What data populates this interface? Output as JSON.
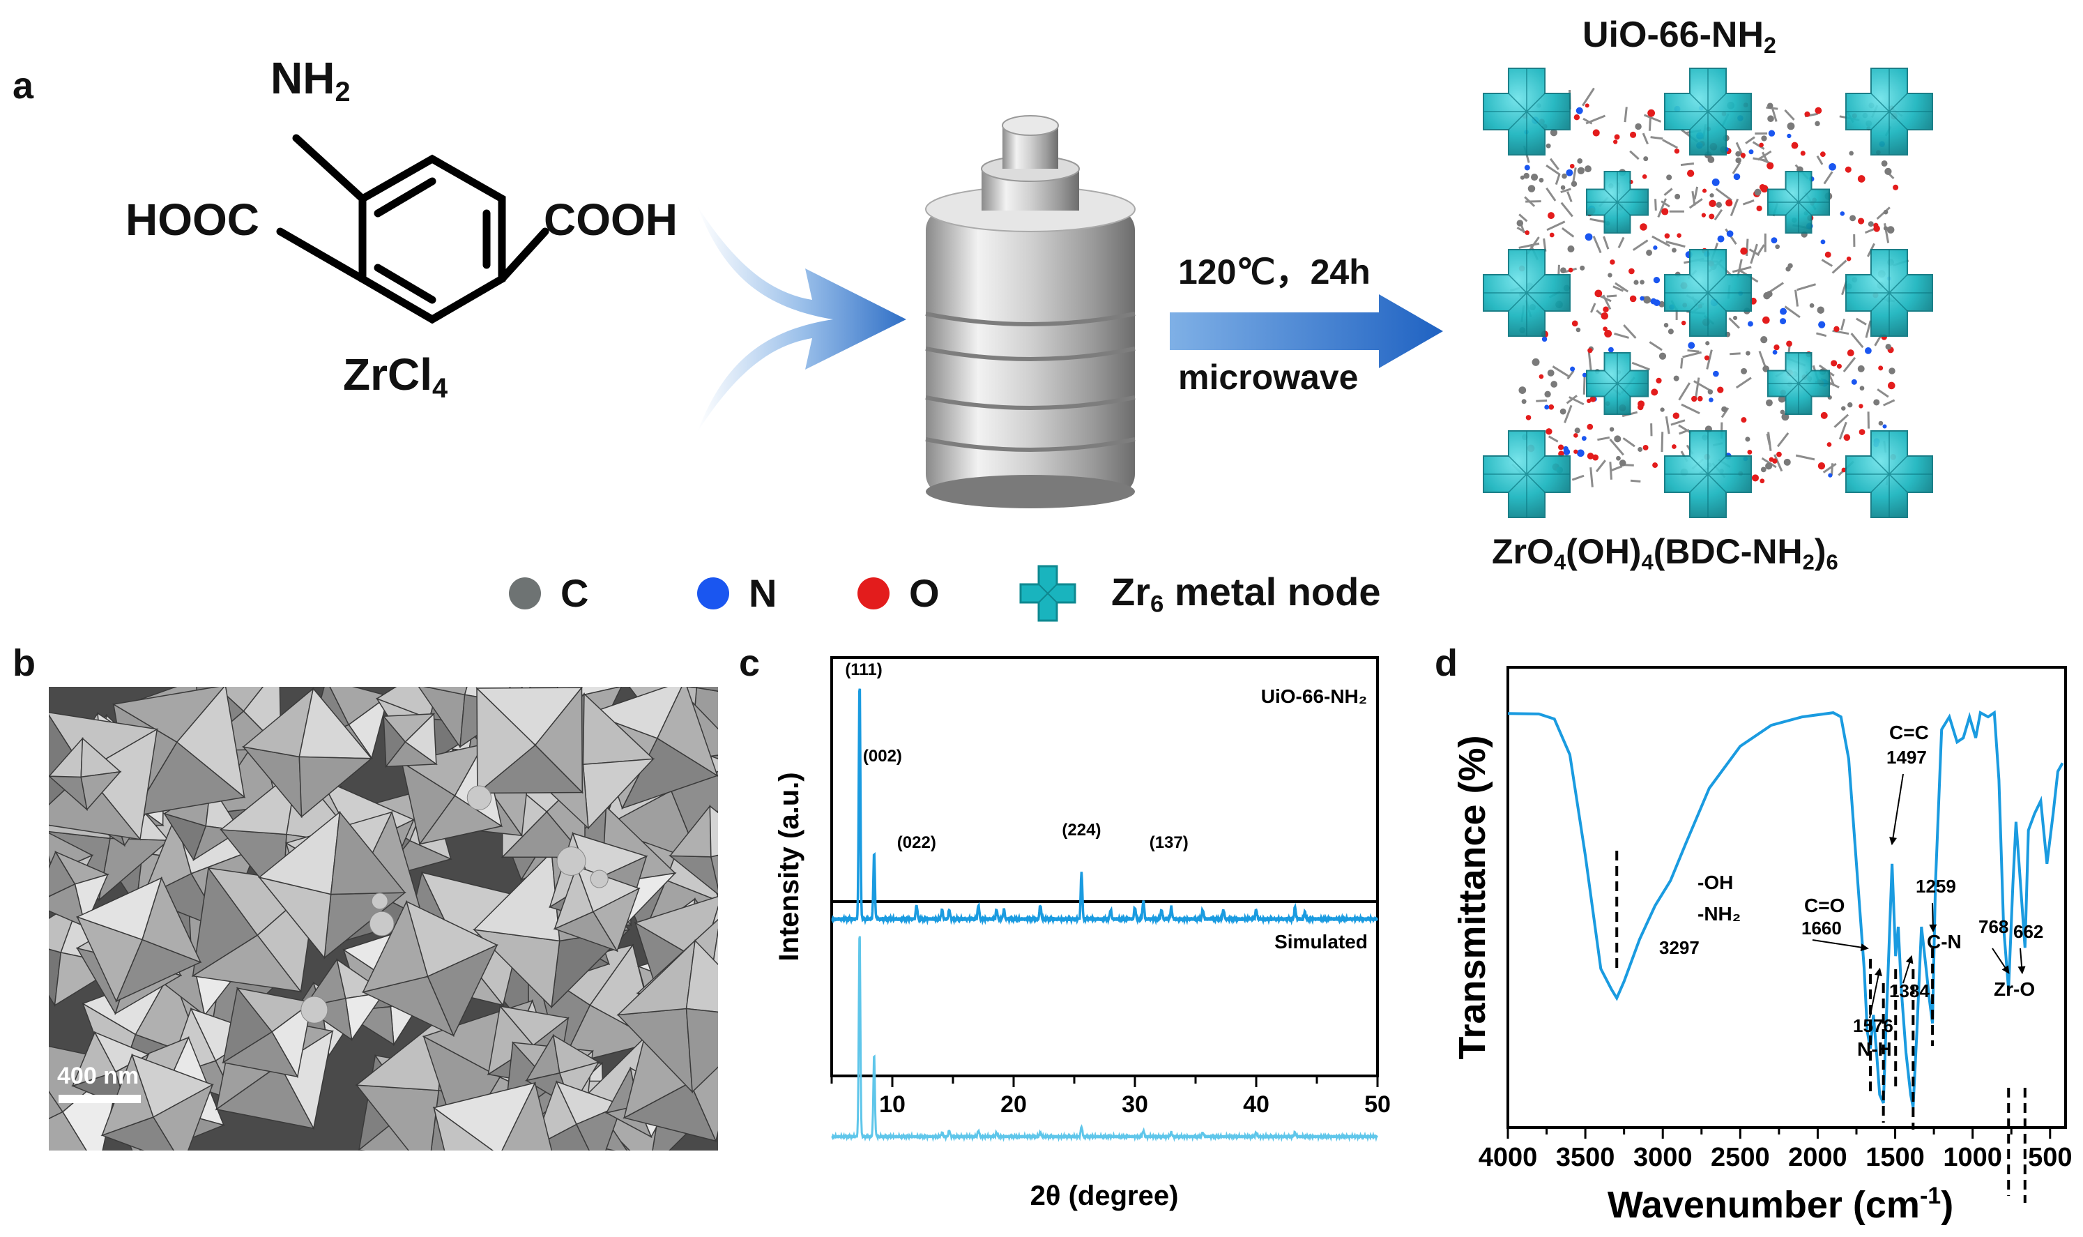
{
  "panel_a": {
    "letter": "a",
    "reagent_group_nh2": "NH",
    "reagent_group_nh2_sub": "2",
    "reagent_left": "HOOC",
    "reagent_right": "COOH",
    "metal_salt": "ZrCl",
    "metal_salt_sub": "4",
    "condition_top": "120℃，24h",
    "condition_bottom": "microwave",
    "product_title": "UiO-66-NH",
    "product_title_sub": "2",
    "product_formula_parts": [
      "ZrO",
      "4",
      "(OH)",
      "4",
      "(BDC-NH",
      "2",
      ")",
      "6"
    ],
    "legend": [
      {
        "label": "C",
        "color": "#6e7373"
      },
      {
        "label": "N",
        "color": "#1a56f0"
      },
      {
        "label": "O",
        "color": "#e31c1c"
      },
      {
        "label": "Zr",
        "label_sub": "6",
        "label_rest": " metal node",
        "color": "#19b4be"
      }
    ]
  },
  "panel_b": {
    "letter": "b",
    "scale_bar": "400 nm"
  },
  "panel_c": {
    "letter": "c",
    "chart_data": {
      "type": "line",
      "xlabel": "2θ (degree)",
      "ylabel": "Intensity (a.u.)",
      "xlim": [
        5,
        50
      ],
      "xticks": [
        10,
        20,
        30,
        40,
        50
      ],
      "series": [
        {
          "name": "UiO-66-NH₂",
          "color": "#1a9be0",
          "peaks": [
            [
              7.3,
              1.0
            ],
            [
              8.5,
              0.28
            ],
            [
              12.0,
              0.06
            ],
            [
              14.1,
              0.04
            ],
            [
              14.7,
              0.04
            ],
            [
              17.1,
              0.06
            ],
            [
              18.6,
              0.04
            ],
            [
              19.2,
              0.04
            ],
            [
              22.2,
              0.06
            ],
            [
              25.6,
              0.2
            ],
            [
              28.0,
              0.04
            ],
            [
              30.0,
              0.05
            ],
            [
              30.7,
              0.08
            ],
            [
              32.2,
              0.04
            ],
            [
              33.0,
              0.05
            ],
            [
              35.6,
              0.04
            ],
            [
              37.3,
              0.04
            ],
            [
              40.0,
              0.04
            ],
            [
              43.2,
              0.05
            ],
            [
              44.0,
              0.03
            ]
          ]
        },
        {
          "name": "Simulated",
          "color": "#5fc6ea",
          "peaks": [
            [
              7.3,
              1.0
            ],
            [
              8.5,
              0.4
            ],
            [
              14.1,
              0.02
            ],
            [
              14.7,
              0.03
            ],
            [
              17.1,
              0.03
            ],
            [
              18.6,
              0.02
            ],
            [
              22.2,
              0.02
            ],
            [
              25.6,
              0.05
            ],
            [
              30.7,
              0.03
            ],
            [
              33.0,
              0.02
            ],
            [
              35.6,
              0.02
            ],
            [
              40.0,
              0.02
            ],
            [
              43.2,
              0.02
            ]
          ]
        }
      ],
      "annotations": [
        {
          "text": "(111)",
          "x": 7.3
        },
        {
          "text": "(002)",
          "x": 8.5
        },
        {
          "text": "(022)",
          "x": 12.0
        },
        {
          "text": "(224)",
          "x": 25.6
        },
        {
          "text": "(137)",
          "x": 32.8
        }
      ]
    }
  },
  "panel_d": {
    "letter": "d",
    "chart_data": {
      "type": "line",
      "xlabel": "Wavenumber (cm",
      "xlabel_sup": "-1",
      "xlabel_end": ")",
      "ylabel": "Transmittance (%)",
      "xlim": [
        4000,
        400
      ],
      "xticks": [
        4000,
        3500,
        3000,
        2500,
        2000,
        1500,
        1000,
        500
      ],
      "color": "#1a9be0",
      "points": [
        [
          4000,
          0.958
        ],
        [
          3800,
          0.957
        ],
        [
          3700,
          0.945
        ],
        [
          3600,
          0.86
        ],
        [
          3500,
          0.62
        ],
        [
          3400,
          0.35
        ],
        [
          3330,
          0.3
        ],
        [
          3297,
          0.28
        ],
        [
          3250,
          0.32
        ],
        [
          3150,
          0.42
        ],
        [
          3050,
          0.5
        ],
        [
          2950,
          0.56
        ],
        [
          2850,
          0.65
        ],
        [
          2700,
          0.78
        ],
        [
          2500,
          0.88
        ],
        [
          2300,
          0.93
        ],
        [
          2100,
          0.95
        ],
        [
          1900,
          0.96
        ],
        [
          1850,
          0.95
        ],
        [
          1800,
          0.85
        ],
        [
          1750,
          0.6
        ],
        [
          1700,
          0.35
        ],
        [
          1680,
          0.2
        ],
        [
          1660,
          0.16
        ],
        [
          1640,
          0.24
        ],
        [
          1620,
          0.15
        ],
        [
          1600,
          0.05
        ],
        [
          1576,
          0.03
        ],
        [
          1560,
          0.2
        ],
        [
          1540,
          0.4
        ],
        [
          1520,
          0.6
        ],
        [
          1497,
          0.38
        ],
        [
          1480,
          0.45
        ],
        [
          1460,
          0.3
        ],
        [
          1430,
          0.15
        ],
        [
          1400,
          0.05
        ],
        [
          1384,
          0.02
        ],
        [
          1360,
          0.2
        ],
        [
          1330,
          0.45
        ],
        [
          1300,
          0.35
        ],
        [
          1280,
          0.28
        ],
        [
          1259,
          0.22
        ],
        [
          1240,
          0.55
        ],
        [
          1200,
          0.92
        ],
        [
          1150,
          0.95
        ],
        [
          1100,
          0.89
        ],
        [
          1060,
          0.9
        ],
        [
          1020,
          0.95
        ],
        [
          980,
          0.9
        ],
        [
          950,
          0.96
        ],
        [
          900,
          0.95
        ],
        [
          860,
          0.96
        ],
        [
          830,
          0.8
        ],
        [
          800,
          0.45
        ],
        [
          768,
          0.3
        ],
        [
          740,
          0.55
        ],
        [
          720,
          0.7
        ],
        [
          700,
          0.6
        ],
        [
          662,
          0.4
        ],
        [
          640,
          0.68
        ],
        [
          600,
          0.72
        ],
        [
          560,
          0.75
        ],
        [
          520,
          0.6
        ],
        [
          480,
          0.72
        ],
        [
          450,
          0.82
        ],
        [
          420,
          0.84
        ]
      ],
      "annotations": [
        {
          "text": "-OH",
          "x": 3297
        },
        {
          "text": "-NH₂",
          "x": 3297
        },
        {
          "text": "3297",
          "x": 3297
        },
        {
          "text": "C=C",
          "x": 1497
        },
        {
          "text": "1497",
          "x": 1497
        },
        {
          "text": "C=O",
          "x": 1660
        },
        {
          "text": "1660",
          "x": 1660
        },
        {
          "text": "1576",
          "x": 1576
        },
        {
          "text": "N-H",
          "x": 1576
        },
        {
          "text": "1384",
          "x": 1384
        },
        {
          "text": "1259",
          "x": 1259
        },
        {
          "text": "C-N",
          "x": 1259
        },
        {
          "text": "768",
          "x": 768
        },
        {
          "text": "662",
          "x": 662
        },
        {
          "text": "Zr-O",
          "x": 715
        }
      ]
    }
  }
}
